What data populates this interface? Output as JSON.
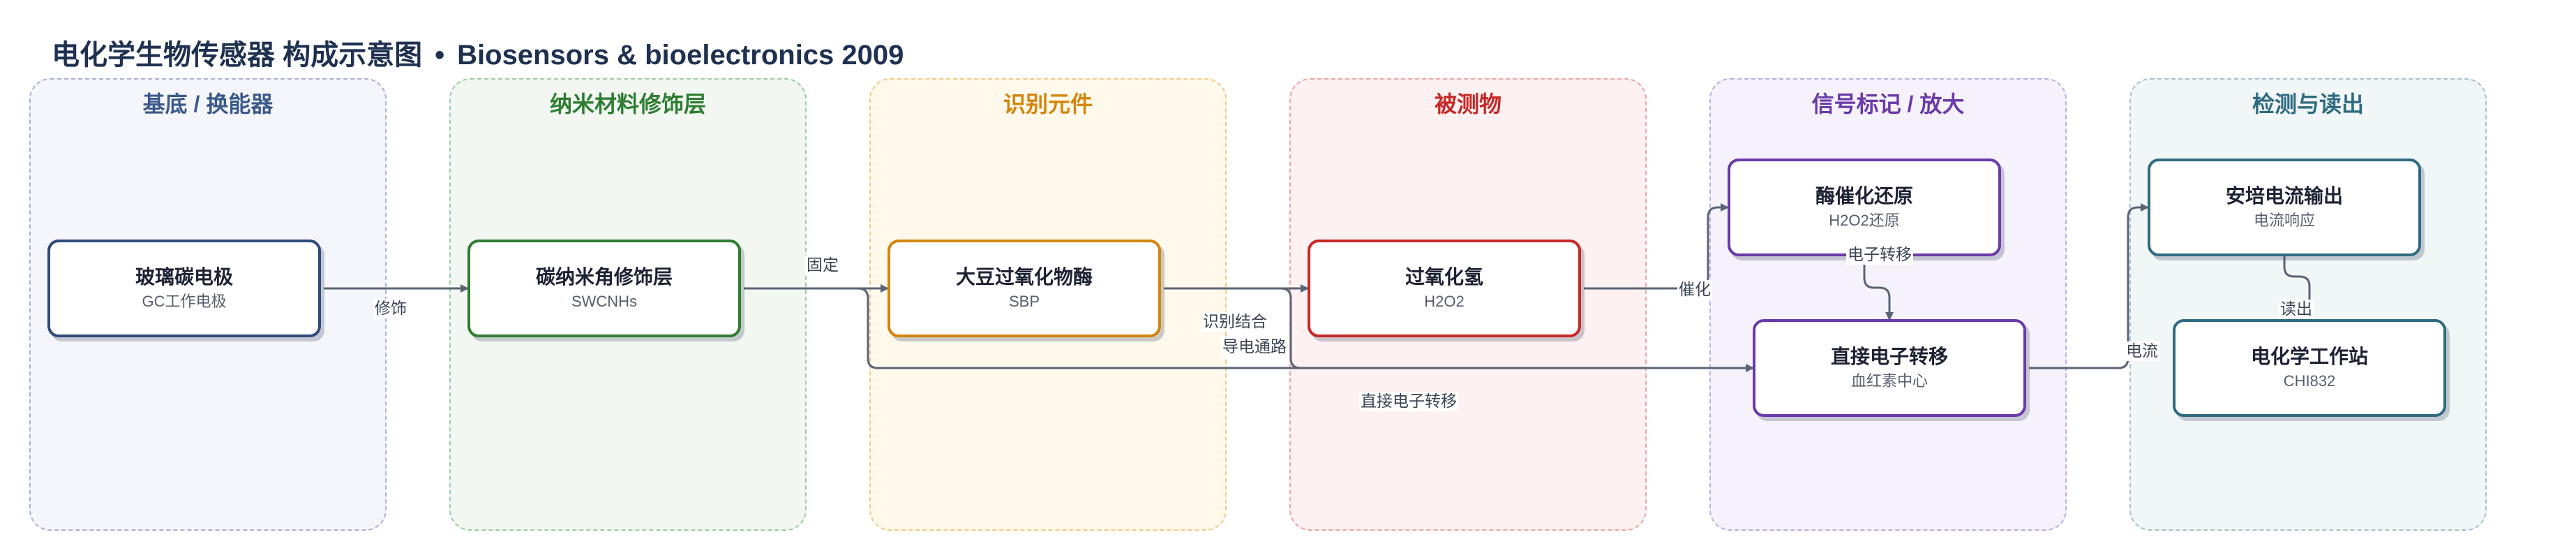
{
  "title": {
    "main": "电化学生物传感器 构成示意图",
    "separator": "•",
    "source": "Biosensors & bioelectronics 2009"
  },
  "lanes": [
    {
      "label": "基底 / 换能器",
      "color": "#3b5a8a"
    },
    {
      "label": "纳米材料修饰层",
      "color": "#2e7d32"
    },
    {
      "label": "识别元件",
      "color": "#d4850c"
    },
    {
      "label": "被测物",
      "color": "#c62828"
    },
    {
      "label": "信号标记 / 放大",
      "color": "#6a3aa8"
    },
    {
      "label": "检测与读出",
      "color": "#2f6b80"
    }
  ],
  "nodes": {
    "gc": {
      "title": "玻璃碳电极",
      "sub": "GC工作电极",
      "color": "#2f4b7c"
    },
    "swcnh": {
      "title": "碳纳米角修饰层",
      "sub": "SWCNHs",
      "color": "#2e7d32"
    },
    "sbp": {
      "title": "大豆过氧化物酶",
      "sub": "SBP",
      "color": "#d4850c"
    },
    "h2o2": {
      "title": "过氧化氢",
      "sub": "H2O2",
      "color": "#c62828"
    },
    "enzyme_red": {
      "title": "酶催化还原",
      "sub": "H2O2还原",
      "color": "#6a3aa8"
    },
    "det": {
      "title": "直接电子转移",
      "sub": "血红素中心",
      "color": "#6a3aa8"
    },
    "amp": {
      "title": "安培电流输出",
      "sub": "电流响应",
      "color": "#2f6b80"
    },
    "chi": {
      "title": "电化学工作站",
      "sub": "CHI832",
      "color": "#2f6b80"
    }
  },
  "edge_labels": {
    "modify": "修饰",
    "fix": "固定",
    "recognize": "识别结合",
    "conduct": "导电通路",
    "direct_transfer": "直接电子转移",
    "catalyze": "催化",
    "electron_transfer": "电子转移",
    "current": "电流",
    "readout": "读出"
  },
  "colors": {
    "edge": "#5a6475"
  }
}
